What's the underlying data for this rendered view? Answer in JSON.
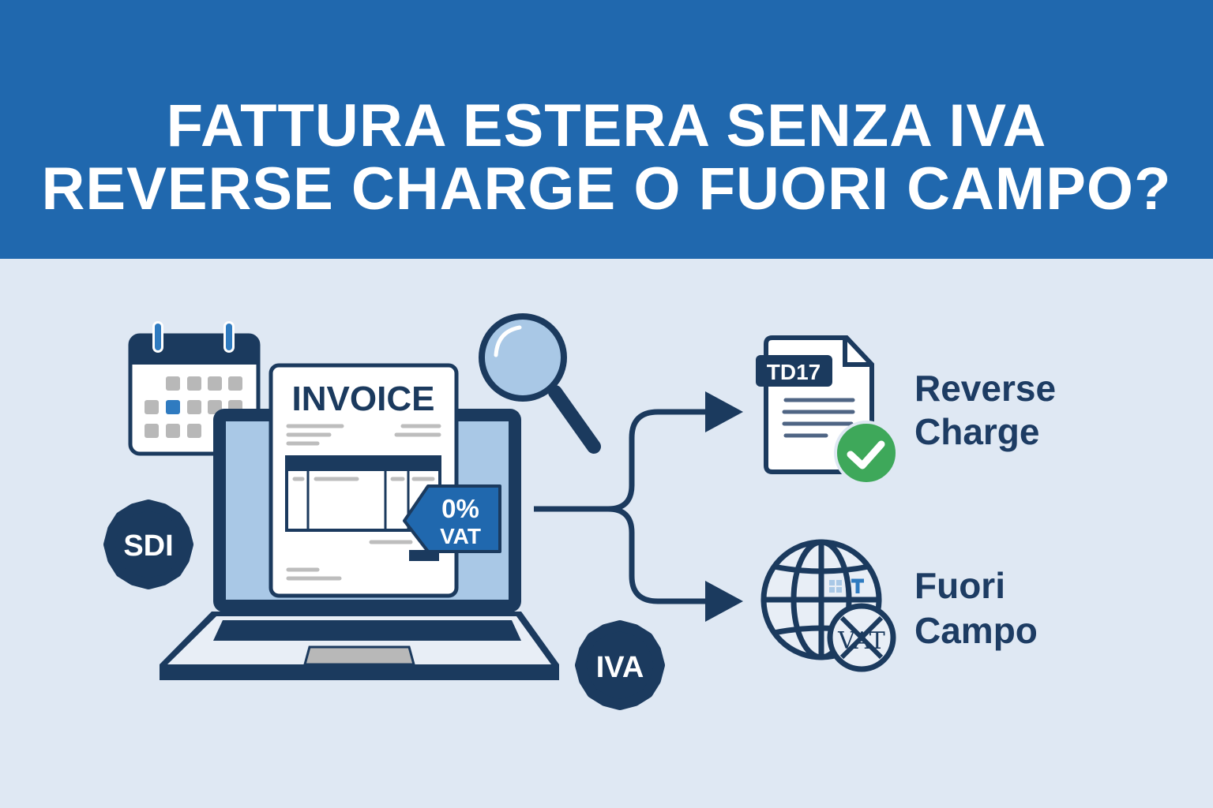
{
  "header": {
    "title_line1": "FATTURA ESTERA SENZA IVA",
    "title_line2": "REVERSE CHARGE O FUORI CAMPO?"
  },
  "illustration": {
    "invoice_title": "INVOICE",
    "vat_tag": {
      "percent": "0%",
      "label": "VAT"
    },
    "badges": {
      "sdi": "SDI",
      "iva": "IVA"
    },
    "icons": [
      "calendar-icon",
      "laptop-icon",
      "invoice-document-icon",
      "magnifier-icon",
      "branch-arrow-icon",
      "document-icon",
      "check-icon",
      "globe-icon",
      "crossed-vat-icon"
    ]
  },
  "options": [
    {
      "code": "TD17",
      "label_line1": "Reverse",
      "label_line2": "Charge"
    },
    {
      "crossed_text": "VAT",
      "label_line1": "Fuori",
      "label_line2": "Campo"
    }
  ],
  "colors": {
    "header": "#2068ae",
    "background": "#dfe8f3",
    "navy": "#1b3a5e",
    "accent_blue": "#2f7bc0",
    "light_blue": "#a9c8e6",
    "check_green": "#3ea85a"
  }
}
